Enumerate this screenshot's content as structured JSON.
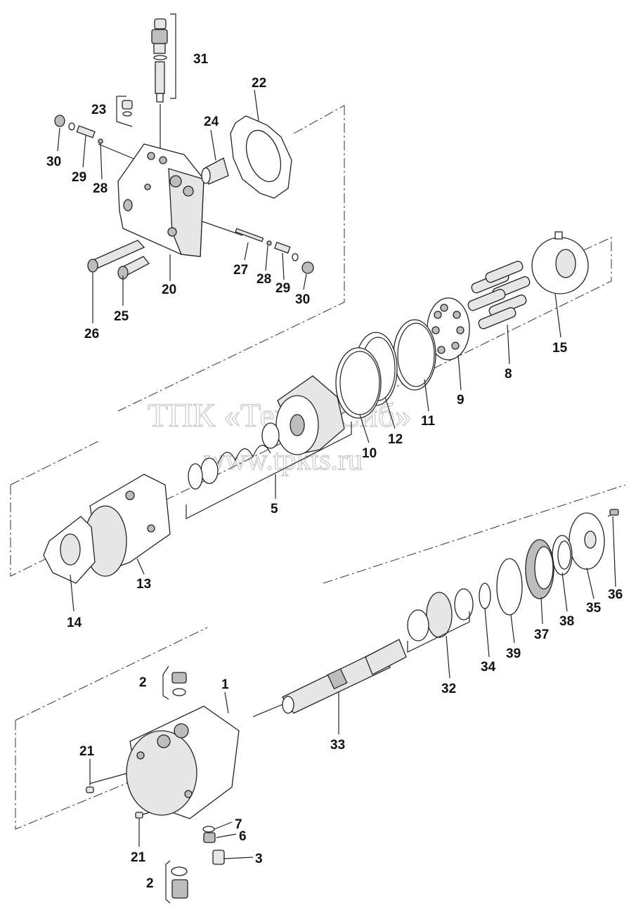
{
  "watermark": {
    "line1": "ТПК «Техно-Сиб»",
    "line2": "www.tpkts.ru"
  },
  "callouts": [
    {
      "id": "c31",
      "text": "31"
    },
    {
      "id": "c22",
      "text": "22"
    },
    {
      "id": "c23",
      "text": "23"
    },
    {
      "id": "c24",
      "text": "24"
    },
    {
      "id": "c30a",
      "text": "30"
    },
    {
      "id": "c29a",
      "text": "29"
    },
    {
      "id": "c28a",
      "text": "28"
    },
    {
      "id": "c27",
      "text": "27"
    },
    {
      "id": "c28b",
      "text": "28"
    },
    {
      "id": "c29b",
      "text": "29"
    },
    {
      "id": "c30b",
      "text": "30"
    },
    {
      "id": "c20",
      "text": "20"
    },
    {
      "id": "c25",
      "text": "25"
    },
    {
      "id": "c26",
      "text": "26"
    },
    {
      "id": "c15",
      "text": "15"
    },
    {
      "id": "c8",
      "text": "8"
    },
    {
      "id": "c9",
      "text": "9"
    },
    {
      "id": "c11",
      "text": "11"
    },
    {
      "id": "c12",
      "text": "12"
    },
    {
      "id": "c10",
      "text": "10"
    },
    {
      "id": "c5",
      "text": "5"
    },
    {
      "id": "c13",
      "text": "13"
    },
    {
      "id": "c14",
      "text": "14"
    },
    {
      "id": "c36",
      "text": "36"
    },
    {
      "id": "c35",
      "text": "35"
    },
    {
      "id": "c38",
      "text": "38"
    },
    {
      "id": "c37",
      "text": "37"
    },
    {
      "id": "c39",
      "text": "39"
    },
    {
      "id": "c34",
      "text": "34"
    },
    {
      "id": "c32",
      "text": "32"
    },
    {
      "id": "c33",
      "text": "33"
    },
    {
      "id": "c2a",
      "text": "2"
    },
    {
      "id": "c1",
      "text": "1"
    },
    {
      "id": "c21a",
      "text": "21"
    },
    {
      "id": "c21b",
      "text": "21"
    },
    {
      "id": "c7",
      "text": "7"
    },
    {
      "id": "c6",
      "text": "6"
    },
    {
      "id": "c3",
      "text": "3"
    },
    {
      "id": "c2b",
      "text": "2"
    }
  ]
}
